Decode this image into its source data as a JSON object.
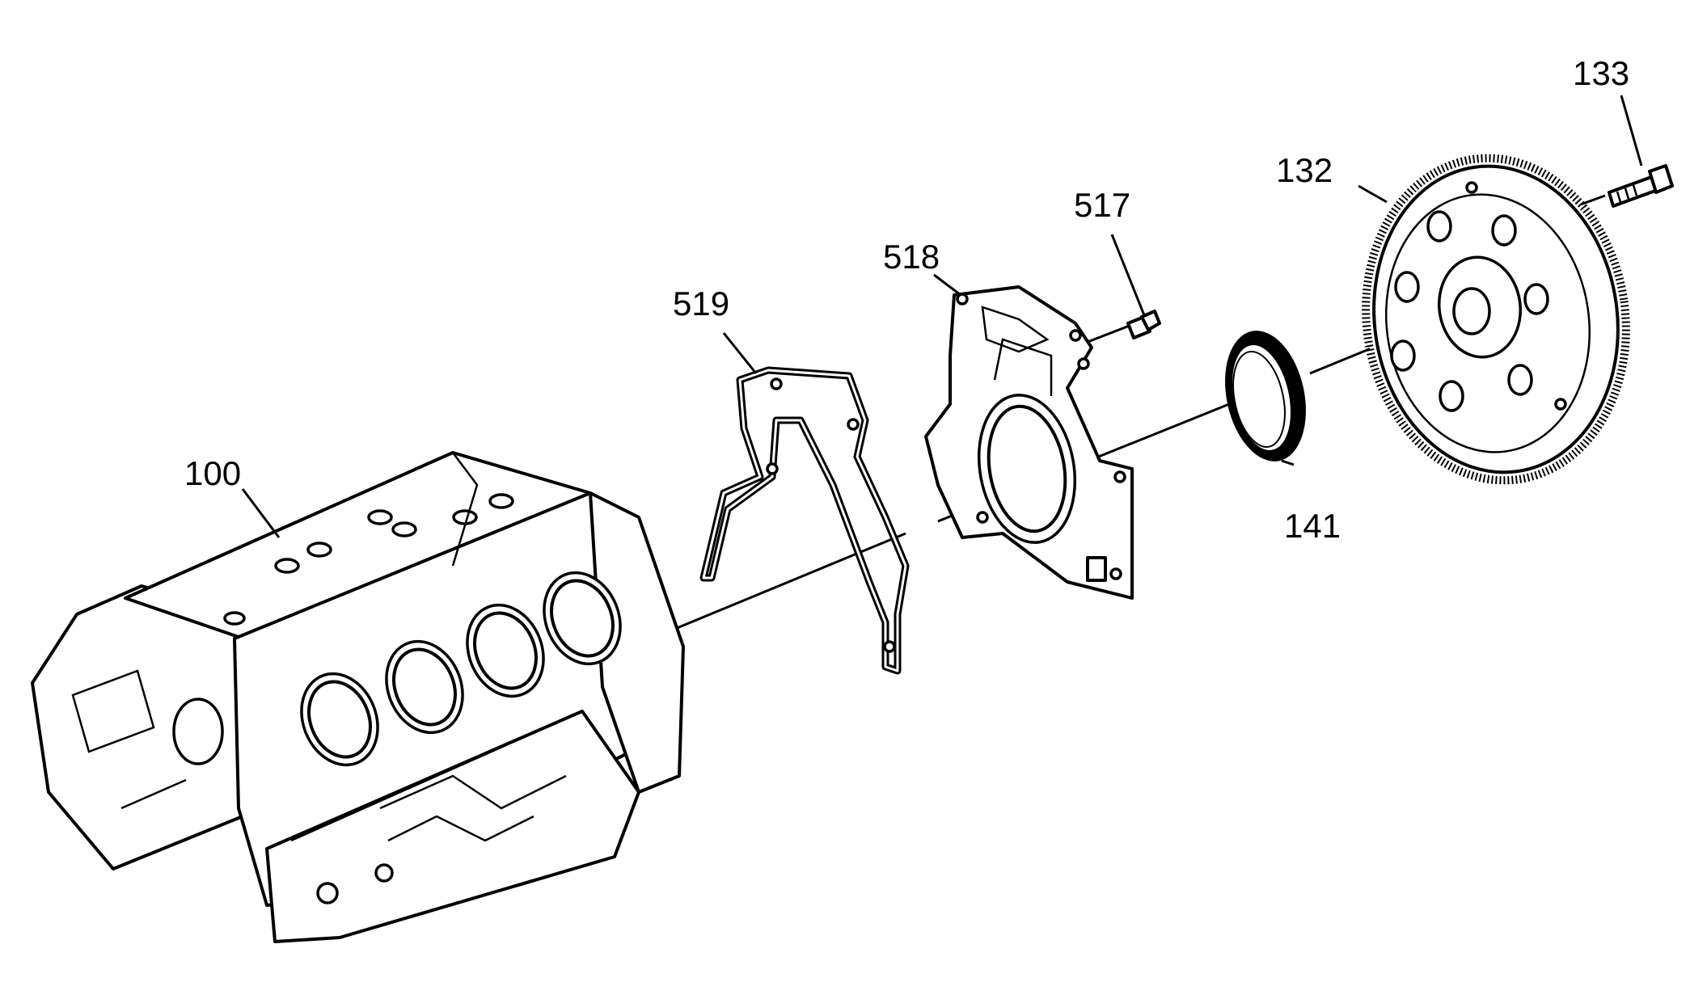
{
  "diagram": {
    "type": "exploded-parts-view",
    "colors": {
      "line": "#000000",
      "background": "#ffffff"
    },
    "callouts": [
      {
        "id": "engine-block",
        "label": "100"
      },
      {
        "id": "rear-cover-gasket",
        "label": "519"
      },
      {
        "id": "rear-cover",
        "label": "518"
      },
      {
        "id": "rear-cover-bolt",
        "label": "517"
      },
      {
        "id": "crankshaft-rear-oil-seal",
        "label": "141"
      },
      {
        "id": "flywheel",
        "label": "132"
      },
      {
        "id": "flywheel-bolt",
        "label": "133"
      }
    ]
  }
}
